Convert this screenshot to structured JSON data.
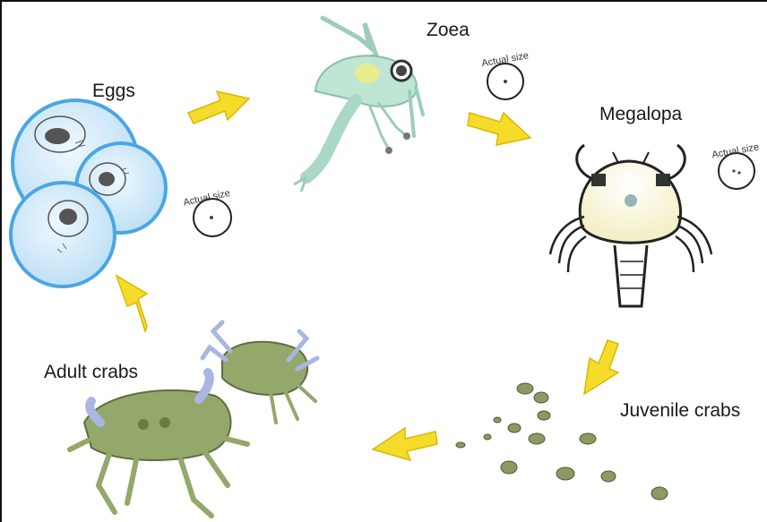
{
  "stages": {
    "eggs": "Eggs",
    "zoea": "Zoea",
    "megalopa": "Megalopa",
    "juvenile": "Juvenile crabs",
    "adult": "Adult crabs"
  },
  "actual_size_label": "Actual size",
  "colors": {
    "arrow": "#f5dc2a",
    "arrow_edge": "#d9b800",
    "egg_fill": "#cbe7f8",
    "egg_edge": "#4aa6e4",
    "crab_body": "#93a86a",
    "crab_claw": "#a9b6e3",
    "zoea_body": "#bfe5d5"
  }
}
